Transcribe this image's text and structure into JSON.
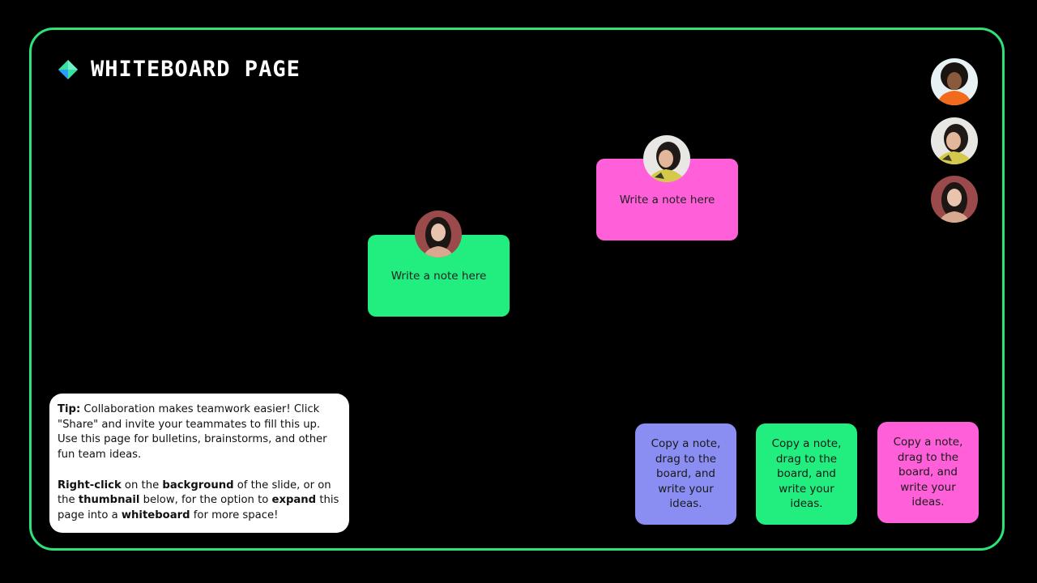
{
  "title": "Whiteboard Page",
  "colors": {
    "border": "#2ee27a",
    "green": "#22ee80",
    "pink": "#ff5fd9",
    "purple": "#8a8ef2",
    "background": "#000000"
  },
  "icons": {
    "title": "diamond-icon"
  },
  "collaborators": [
    {
      "name": "avatar-curly-hair",
      "icon": "person-avatar"
    },
    {
      "name": "avatar-woman-braids",
      "icon": "person-avatar"
    },
    {
      "name": "avatar-woman-long-hair",
      "icon": "person-avatar"
    }
  ],
  "notes": [
    {
      "text": "Write a note here",
      "color": "green"
    },
    {
      "text": "Write a note here",
      "color": "pink"
    }
  ],
  "tip": {
    "p1_label": "Tip:",
    "p1_text": " Collaboration makes teamwork easier! Click \"Share\" and invite your teammates to fill this up. Use this page for bulletins, brainstorms, and other fun team ideas.",
    "p2_b1": "Right-click",
    "p2_t1": " on the ",
    "p2_b2": "background",
    "p2_t2": " of the slide, or on the ",
    "p2_b3": "thumbnail",
    "p2_t3": " below, for the option to ",
    "p2_b4": "expand",
    "p2_t4": " this page into a ",
    "p2_b5": "whiteboard",
    "p2_t5": " for more space!"
  },
  "cards": [
    {
      "text": "Copy a note, drag to the board, and write your ideas.",
      "color": "purple"
    },
    {
      "text": "Copy a note, drag to the board, and write your ideas.",
      "color": "green"
    },
    {
      "text": "Copy a note, drag to the board, and write your ideas.",
      "color": "pink"
    }
  ]
}
